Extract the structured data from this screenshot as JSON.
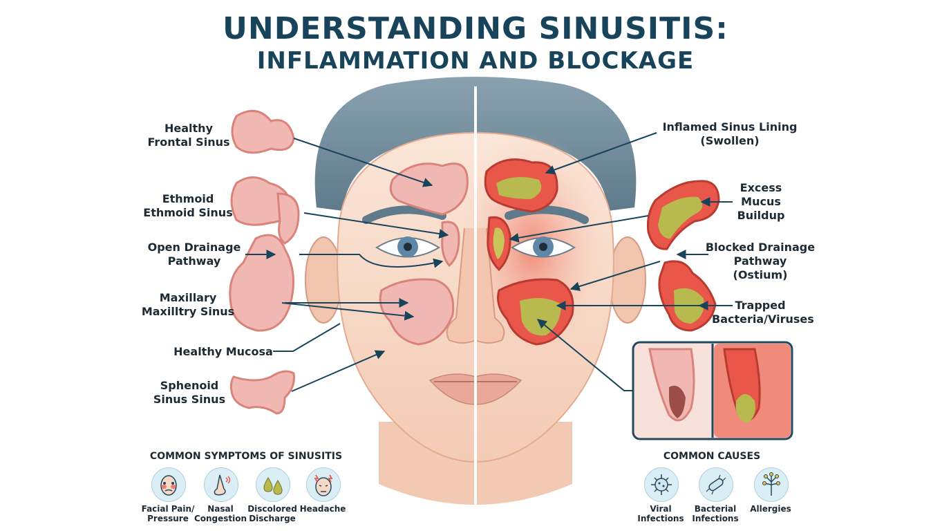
{
  "title": {
    "line1": "UNDERSTANDING SINUSITIS:",
    "line2": "INFLAMMATION AND BLOCKAGE"
  },
  "left_labels": {
    "frontal": [
      "Healthy",
      "Frontal Sinus"
    ],
    "ethmoid": [
      "Ethmoid",
      "Ethmoid Sinus"
    ],
    "drainage": [
      "Open Drainage",
      "Pathway"
    ],
    "maxillary": [
      "Maxillary",
      "Maxilltry Sinus"
    ],
    "mucosa": [
      "Healthy Mucosa"
    ],
    "sphenoid": [
      "Sphenoid",
      "Sinus Sinus"
    ]
  },
  "right_labels": {
    "inflamed": [
      "Inflamed Sinus Lining",
      "(Swollen)"
    ],
    "mucus": [
      "Excess",
      "Mucus",
      "Buildup"
    ],
    "blocked": [
      "Blocked Drainage",
      "Pathway",
      "(Ostium)"
    ],
    "trapped": [
      "Trapped",
      "Bacteria/Viruses"
    ]
  },
  "symptoms": {
    "heading": "COMMON SYMPTOMS OF SINUSITIS",
    "items": [
      {
        "label": [
          "Facial Pain/",
          "Pressure"
        ],
        "icon": "face-pain-icon"
      },
      {
        "label": [
          "Nasal",
          "Congestion"
        ],
        "icon": "nose-icon"
      },
      {
        "label": [
          "Discolored",
          "Discharge"
        ],
        "icon": "drops-icon"
      },
      {
        "label": [
          "Headache"
        ],
        "icon": "headache-icon"
      }
    ]
  },
  "causes": {
    "heading": "COMMON CAUSES",
    "items": [
      {
        "label": [
          "Viral",
          "Infections"
        ],
        "icon": "virus-icon"
      },
      {
        "label": [
          "Bacterial",
          "Infections"
        ],
        "icon": "bacteria-icon"
      },
      {
        "label": [
          "Allergies"
        ],
        "icon": "pollen-icon"
      }
    ]
  },
  "colors": {
    "title": "#17435b",
    "healthy_sinus": "#f1b8b3",
    "inflamed_sinus": "#e8574a",
    "mucus": "#b8b94e",
    "skin": "#f6d5c2",
    "hair": "#6f8a9a"
  }
}
